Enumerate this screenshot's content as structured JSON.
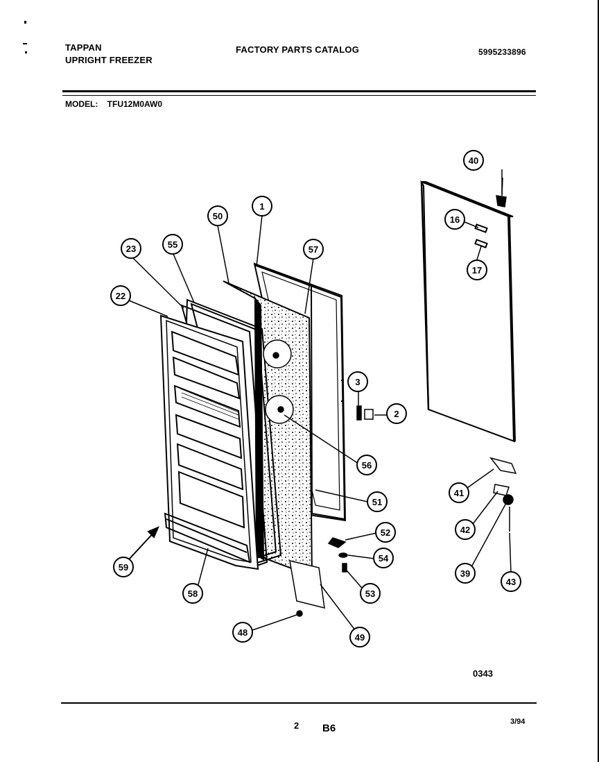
{
  "header": {
    "brand": "TAPPAN",
    "product": "UPRIGHT FREEZER",
    "catalog_title": "FACTORY PARTS CATALOG",
    "catalog_number": "5995233896"
  },
  "model": {
    "label": "MODEL:",
    "value": "TFU12M0AW0"
  },
  "figure_code": "0343",
  "footer": {
    "page_number": "2",
    "section": "B6",
    "date": "3/94"
  },
  "callouts": [
    "1",
    "2",
    "3",
    "16",
    "17",
    "22",
    "23",
    "39",
    "40",
    "41",
    "42",
    "43",
    "48",
    "49",
    "50",
    "51",
    "52",
    "53",
    "54",
    "55",
    "56",
    "57",
    "58",
    "59"
  ]
}
